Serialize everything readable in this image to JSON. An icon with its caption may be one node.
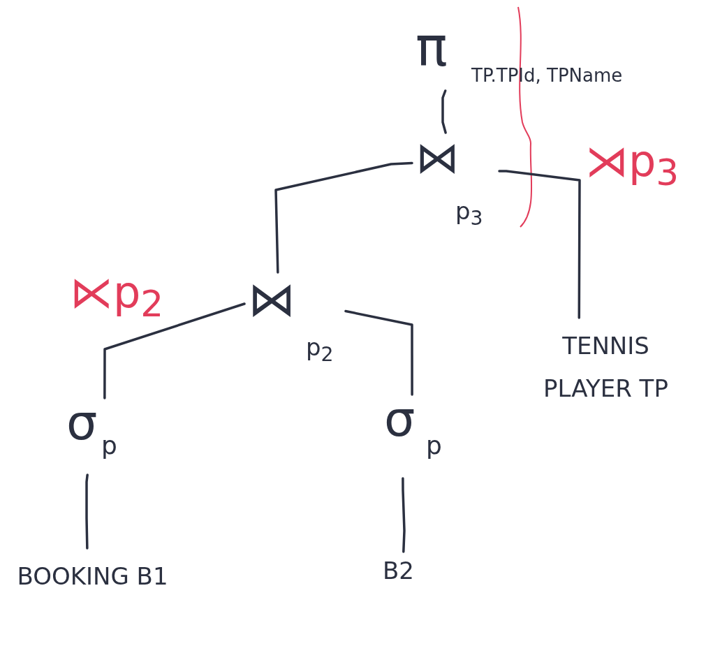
{
  "diagram": {
    "nodes": [
      {
        "text": [
          "π",
          "TP.TPId, TPName"
        ]
      },
      {
        "text": [
          "⋈",
          "p$_{3}$"
        ]
      },
      {
        "text": [
          "⋈",
          "p$_{2}$"
        ]
      },
      {
        "text": [
          "σ",
          "p"
        ]
      },
      {
        "text": [
          "σ",
          "p"
        ]
      },
      {
        "text": [
          "BOOKING B1"
        ]
      },
      {
        "text": [
          "B2"
        ]
      },
      {
        "text": [
          "TENNIS PLAYER TP"
        ]
      }
    ],
    "edges": [
      {
        "from": 0,
        "to": 1,
        "arrow": "none"
      },
      {
        "from": 1,
        "to": 2,
        "arrow": "none"
      },
      {
        "from": 1,
        "to": 7,
        "arrow": "none"
      },
      {
        "from": 2,
        "to": 3,
        "arrow": "none"
      },
      {
        "from": 2,
        "to": 4,
        "arrow": "none"
      },
      {
        "from": 3,
        "to": 5,
        "arrow": "none"
      },
      {
        "from": 4,
        "to": 6,
        "arrow": "none"
      }
    ],
    "labels": [
      "⋊p$_{3}$",
      "⋉p$_{2}$"
    ]
  }
}
